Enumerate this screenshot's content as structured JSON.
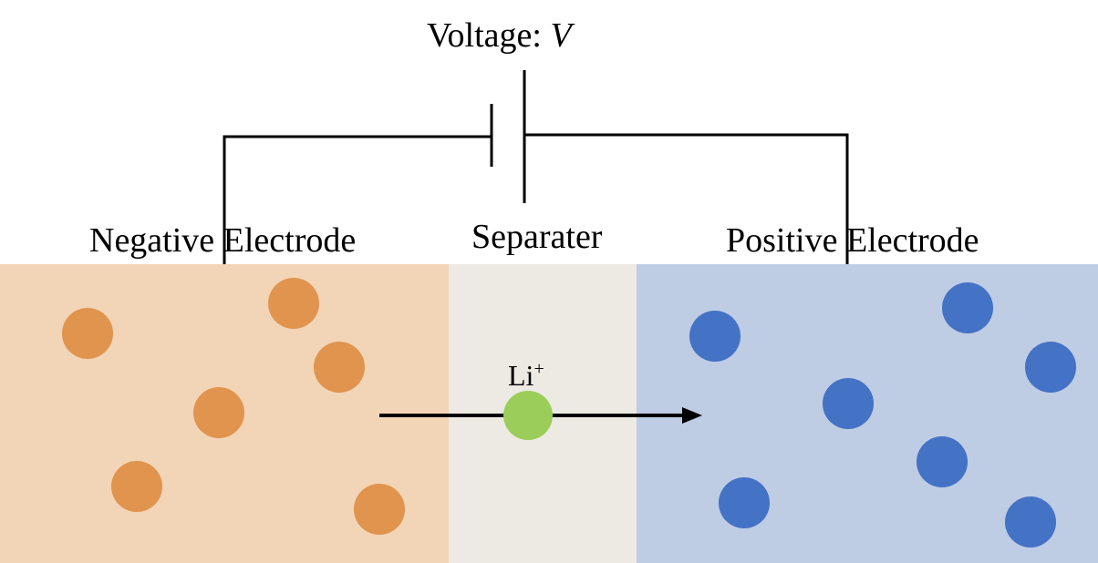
{
  "labels": {
    "voltage_prefix": "Voltage: ",
    "voltage_symbol": "V",
    "negative_electrode": "Negative Electrode",
    "separator": "Separater",
    "positive_electrode": "Positive Electrode",
    "ion": "Li",
    "ion_charge": "+"
  },
  "colors": {
    "negative_region": "#F2D4B6",
    "separator_region": "#EDEAE3",
    "positive_region": "#BECCE4",
    "negative_particle": "#E0944E",
    "positive_particle": "#4472C4",
    "ion_particle": "#9ACD5A",
    "wire": "#000000"
  },
  "counts": {
    "negative_particles": 6,
    "positive_particles": 7,
    "ions": 1
  }
}
